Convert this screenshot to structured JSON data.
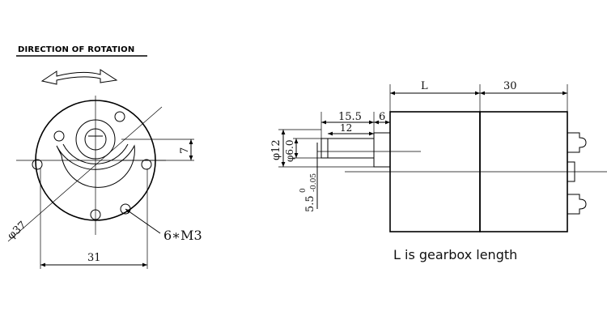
{
  "front_view": {
    "title": "DIRECTION OF ROTATION",
    "dim_diameter": "φ37",
    "dim_width": "31",
    "dim_height": "7",
    "dim_holes": "6∗M3"
  },
  "side_view": {
    "dim_L": "L",
    "dim_30": "30",
    "dim_15_5": "15.5",
    "dim_6": "6",
    "dim_12": "12",
    "dim_phi12": "φ12",
    "dim_phi6": "φ6.0",
    "dim_flat": "5.5",
    "dim_flat_tol_upper": "0",
    "dim_flat_tol_lower": "-0.05"
  },
  "caption": "L is gearbox length"
}
